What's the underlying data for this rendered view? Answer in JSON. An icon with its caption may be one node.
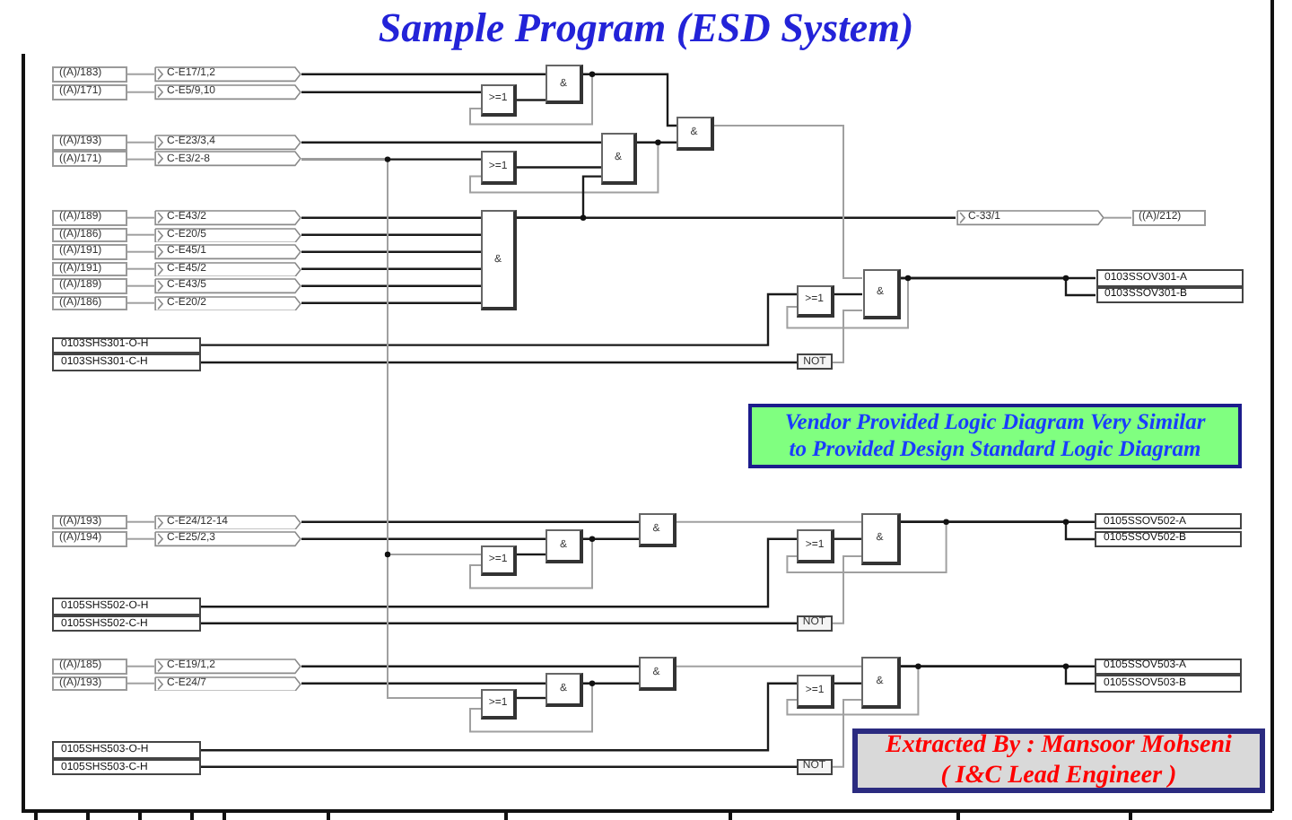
{
  "diagram": {
    "title": "Sample Program (ESD System)",
    "nodes": [
      {
        "text": [
          "((A)/183)"
        ]
      },
      {
        "text": [
          "C-E17/1,2"
        ]
      },
      {
        "text": [
          "((A)/171)"
        ]
      },
      {
        "text": [
          "C-E5/9,10"
        ]
      },
      {
        "text": [
          "((A)/193)"
        ]
      },
      {
        "text": [
          "C-E23/3,4"
        ]
      },
      {
        "text": [
          "((A)/171)"
        ]
      },
      {
        "text": [
          "C-E3/2-8"
        ]
      },
      {
        "text": [
          "((A)/189)"
        ]
      },
      {
        "text": [
          "C-E43/2"
        ]
      },
      {
        "text": [
          "((A)/186)"
        ]
      },
      {
        "text": [
          "C-E20/5"
        ]
      },
      {
        "text": [
          "((A)/191)"
        ]
      },
      {
        "text": [
          "C-E45/1"
        ]
      },
      {
        "text": [
          "((A)/191)"
        ]
      },
      {
        "text": [
          "C-E45/2"
        ]
      },
      {
        "text": [
          "((A)/189)"
        ]
      },
      {
        "text": [
          "C-E43/5"
        ]
      },
      {
        "text": [
          "((A)/186)"
        ]
      },
      {
        "text": [
          "C-E20/2"
        ]
      },
      {
        "text": [
          "0103SHS301-O-H"
        ]
      },
      {
        "text": [
          "0103SHS301-C-H"
        ]
      },
      {
        "text": [
          "&"
        ]
      },
      {
        "text": [
          ">=1"
        ]
      },
      {
        "text": [
          "&"
        ]
      },
      {
        "text": [
          ">=1"
        ]
      },
      {
        "text": [
          "&"
        ]
      },
      {
        "text": [
          "&"
        ]
      },
      {
        "text": [
          "C-33/1"
        ]
      },
      {
        "text": [
          "((A)/212)"
        ]
      },
      {
        "text": [
          ">=1"
        ]
      },
      {
        "text": [
          "&"
        ]
      },
      {
        "text": [
          "NOT"
        ]
      },
      {
        "text": [
          "0103SSOV301-A"
        ]
      },
      {
        "text": [
          "0103SSOV301-B"
        ]
      },
      {
        "text": [
          "Vendor Provided Logic Diagram Very Similar to Provided Design Standard Logic Diagram"
        ]
      },
      {
        "text": [
          "((A)/193)"
        ]
      },
      {
        "text": [
          "C-E24/12-14"
        ]
      },
      {
        "text": [
          "((A)/194)"
        ]
      },
      {
        "text": [
          "C-E25/2,3"
        ]
      },
      {
        "text": [
          "&"
        ]
      },
      {
        "text": [
          "&"
        ]
      },
      {
        "text": [
          ">=1"
        ]
      },
      {
        "text": [
          "&"
        ]
      },
      {
        "text": [
          ">=1"
        ]
      },
      {
        "text": [
          "0105SSOV502-A"
        ]
      },
      {
        "text": [
          "0105SSOV502-B"
        ]
      },
      {
        "text": [
          "0105SHS502-O-H"
        ]
      },
      {
        "text": [
          "0105SHS502-C-H"
        ]
      },
      {
        "text": [
          "NOT"
        ]
      },
      {
        "text": [
          "((A)/185)"
        ]
      },
      {
        "text": [
          "C-E19/1,2"
        ]
      },
      {
        "text": [
          "((A)/193)"
        ]
      },
      {
        "text": [
          "C-E24/7"
        ]
      },
      {
        "text": [
          "&"
        ]
      },
      {
        "text": [
          "&"
        ]
      },
      {
        "text": [
          ">=1"
        ]
      },
      {
        "text": [
          "&"
        ]
      },
      {
        "text": [
          ">=1"
        ]
      },
      {
        "text": [
          "0105SSOV503-A"
        ]
      },
      {
        "text": [
          "0105SSOV503-B"
        ]
      },
      {
        "text": [
          "0105SHS503-O-H"
        ]
      },
      {
        "text": [
          "0105SHS503-C-H"
        ]
      },
      {
        "text": [
          "NOT"
        ]
      },
      {
        "text": [
          "Extracted By : Mansoor Mohseni",
          "( I&C Lead Engineer )"
        ]
      }
    ],
    "edges": [
      {
        "from": 0,
        "to": 1,
        "arrow": "none",
        "color": "#a0a0a0"
      },
      {
        "from": 2,
        "to": 3,
        "arrow": "none",
        "color": "#a0a0a0"
      },
      {
        "from": 4,
        "to": 5,
        "arrow": "none",
        "color": "#a0a0a0"
      },
      {
        "from": 6,
        "to": 7,
        "arrow": "none",
        "color": "#a0a0a0"
      },
      {
        "from": 8,
        "to": 9,
        "arrow": "none",
        "color": "#a0a0a0"
      },
      {
        "from": 10,
        "to": 11,
        "arrow": "none",
        "color": "#a0a0a0"
      },
      {
        "from": 12,
        "to": 13,
        "arrow": "none",
        "color": "#a0a0a0"
      },
      {
        "from": 14,
        "to": 15,
        "arrow": "none",
        "color": "#a0a0a0"
      },
      {
        "from": 16,
        "to": 17,
        "arrow": "none",
        "color": "#a0a0a0"
      },
      {
        "from": 18,
        "to": 19,
        "arrow": "none",
        "color": "#a0a0a0"
      },
      {
        "from": 1,
        "to": 22,
        "arrow": "none"
      },
      {
        "from": 3,
        "to": 23,
        "arrow": "none"
      },
      {
        "from": 23,
        "to": 22,
        "arrow": "none"
      },
      {
        "from": 22,
        "to": 23,
        "arrow": "none",
        "color": "#a0a0a0"
      },
      {
        "from": 22,
        "to": 26,
        "arrow": "none"
      },
      {
        "from": 5,
        "to": 24,
        "arrow": "none"
      },
      {
        "from": 7,
        "to": 25,
        "arrow": "none"
      },
      {
        "from": 25,
        "to": 24,
        "arrow": "none"
      },
      {
        "from": 24,
        "to": 25,
        "arrow": "none",
        "color": "#a0a0a0"
      },
      {
        "from": 24,
        "to": 26,
        "arrow": "none"
      },
      {
        "from": 9,
        "to": 27,
        "arrow": "none"
      },
      {
        "from": 11,
        "to": 27,
        "arrow": "none"
      },
      {
        "from": 13,
        "to": 27,
        "arrow": "none"
      },
      {
        "from": 15,
        "to": 27,
        "arrow": "none"
      },
      {
        "from": 17,
        "to": 27,
        "arrow": "none"
      },
      {
        "from": 19,
        "to": 27,
        "arrow": "none"
      },
      {
        "from": 27,
        "to": 24,
        "arrow": "none"
      },
      {
        "from": 27,
        "to": 28,
        "arrow": "none"
      },
      {
        "from": 28,
        "to": 29,
        "arrow": "none",
        "color": "#a0a0a0"
      },
      {
        "from": 26,
        "to": 31,
        "arrow": "none",
        "color": "#a0a0a0"
      },
      {
        "from": 20,
        "to": 30,
        "arrow": "none"
      },
      {
        "from": 30,
        "to": 31,
        "arrow": "none"
      },
      {
        "from": 21,
        "to": 32,
        "arrow": "none"
      },
      {
        "from": 32,
        "to": 31,
        "arrow": "none",
        "color": "#a0a0a0"
      },
      {
        "from": 31,
        "to": 30,
        "arrow": "none",
        "color": "#a0a0a0"
      },
      {
        "from": 31,
        "to": 33,
        "arrow": "none"
      },
      {
        "from": 31,
        "to": 34,
        "arrow": "none"
      },
      {
        "from": 36,
        "to": 37,
        "arrow": "none",
        "color": "#a0a0a0"
      },
      {
        "from": 38,
        "to": 39,
        "arrow": "none",
        "color": "#a0a0a0"
      },
      {
        "from": 37,
        "to": 40,
        "arrow": "none"
      },
      {
        "from": 39,
        "to": 41,
        "arrow": "none"
      },
      {
        "from": 7,
        "to": 42,
        "arrow": "none",
        "color": "#a0a0a0"
      },
      {
        "from": 42,
        "to": 41,
        "arrow": "none"
      },
      {
        "from": 41,
        "to": 42,
        "arrow": "none",
        "color": "#a0a0a0"
      },
      {
        "from": 41,
        "to": 40,
        "arrow": "none"
      },
      {
        "from": 40,
        "to": 43,
        "arrow": "none",
        "color": "#a0a0a0"
      },
      {
        "from": 47,
        "to": 44,
        "arrow": "none"
      },
      {
        "from": 44,
        "to": 43,
        "arrow": "none"
      },
      {
        "from": 48,
        "to": 49,
        "arrow": "none"
      },
      {
        "from": 49,
        "to": 43,
        "arrow": "none",
        "color": "#a0a0a0"
      },
      {
        "from": 43,
        "to": 44,
        "arrow": "none",
        "color": "#a0a0a0"
      },
      {
        "from": 43,
        "to": 45,
        "arrow": "none"
      },
      {
        "from": 43,
        "to": 46,
        "arrow": "none"
      },
      {
        "from": 50,
        "to": 51,
        "arrow": "none",
        "color": "#a0a0a0"
      },
      {
        "from": 52,
        "to": 53,
        "arrow": "none",
        "color": "#a0a0a0"
      },
      {
        "from": 51,
        "to": 54,
        "arrow": "none"
      },
      {
        "from": 53,
        "to": 55,
        "arrow": "none"
      },
      {
        "from": 7,
        "to": 56,
        "arrow": "none",
        "color": "#a0a0a0"
      },
      {
        "from": 56,
        "to": 55,
        "arrow": "none"
      },
      {
        "from": 55,
        "to": 56,
        "arrow": "none",
        "color": "#a0a0a0"
      },
      {
        "from": 55,
        "to": 54,
        "arrow": "none"
      },
      {
        "from": 54,
        "to": 57,
        "arrow": "none",
        "color": "#a0a0a0"
      },
      {
        "from": 61,
        "to": 58,
        "arrow": "none"
      },
      {
        "from": 58,
        "to": 57,
        "arrow": "none"
      },
      {
        "from": 62,
        "to": 63,
        "arrow": "none"
      },
      {
        "from": 63,
        "to": 57,
        "arrow": "none",
        "color": "#a0a0a0"
      },
      {
        "from": 57,
        "to": 58,
        "arrow": "none",
        "color": "#a0a0a0"
      },
      {
        "from": 57,
        "to": 59,
        "arrow": "none"
      },
      {
        "from": 57,
        "to": 60,
        "arrow": "none"
      }
    ]
  }
}
